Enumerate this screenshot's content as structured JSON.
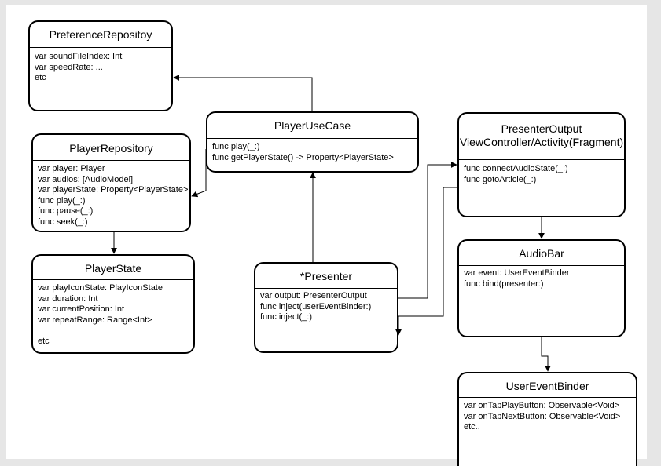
{
  "classes": {
    "preference_repository": {
      "name": "PreferenceRepositoy",
      "members": [
        "var soundFileIndex: Int",
        "var speedRate: ...",
        "etc"
      ]
    },
    "player_use_case": {
      "name": "PlayerUseCase",
      "members": [
        "func play(_:)",
        "func getPlayerState() -> Property<PlayerState>"
      ]
    },
    "presenter_output": {
      "name_line1": "PresenterOutput",
      "name_line2": "ViewController/Activity(Fragment)",
      "members": [
        "func connectAudioState(_:)",
        "func gotoArticle(_:)"
      ]
    },
    "player_repository": {
      "name": "PlayerRepository",
      "members": [
        "var player: Player",
        "var audios: [AudioModel]",
        "var playerState: Property<PlayerState>",
        "func play(_:)",
        "func pause(_:)",
        "func seek(_:)"
      ]
    },
    "player_state": {
      "name": "PlayerState",
      "members": [
        "var playIconState: PlayIconState",
        "var duration: Int",
        "var currentPosition: Int",
        "var repeatRange: Range<Int>",
        "",
        "etc"
      ]
    },
    "presenter": {
      "name": "*Presenter",
      "members": [
        "var output: PresenterOutput",
        "func inject(userEventBinder:)",
        "func inject(_:)"
      ]
    },
    "audio_bar": {
      "name": "AudioBar",
      "members": [
        "var event: UserEventBinder",
        "func bind(presenter:)"
      ]
    },
    "user_event_binder": {
      "name": "UserEventBinder",
      "members": [
        "var onTapPlayButton: Observable<Void>",
        "var onTapNextButton: Observable<Void>",
        "etc.."
      ]
    }
  }
}
